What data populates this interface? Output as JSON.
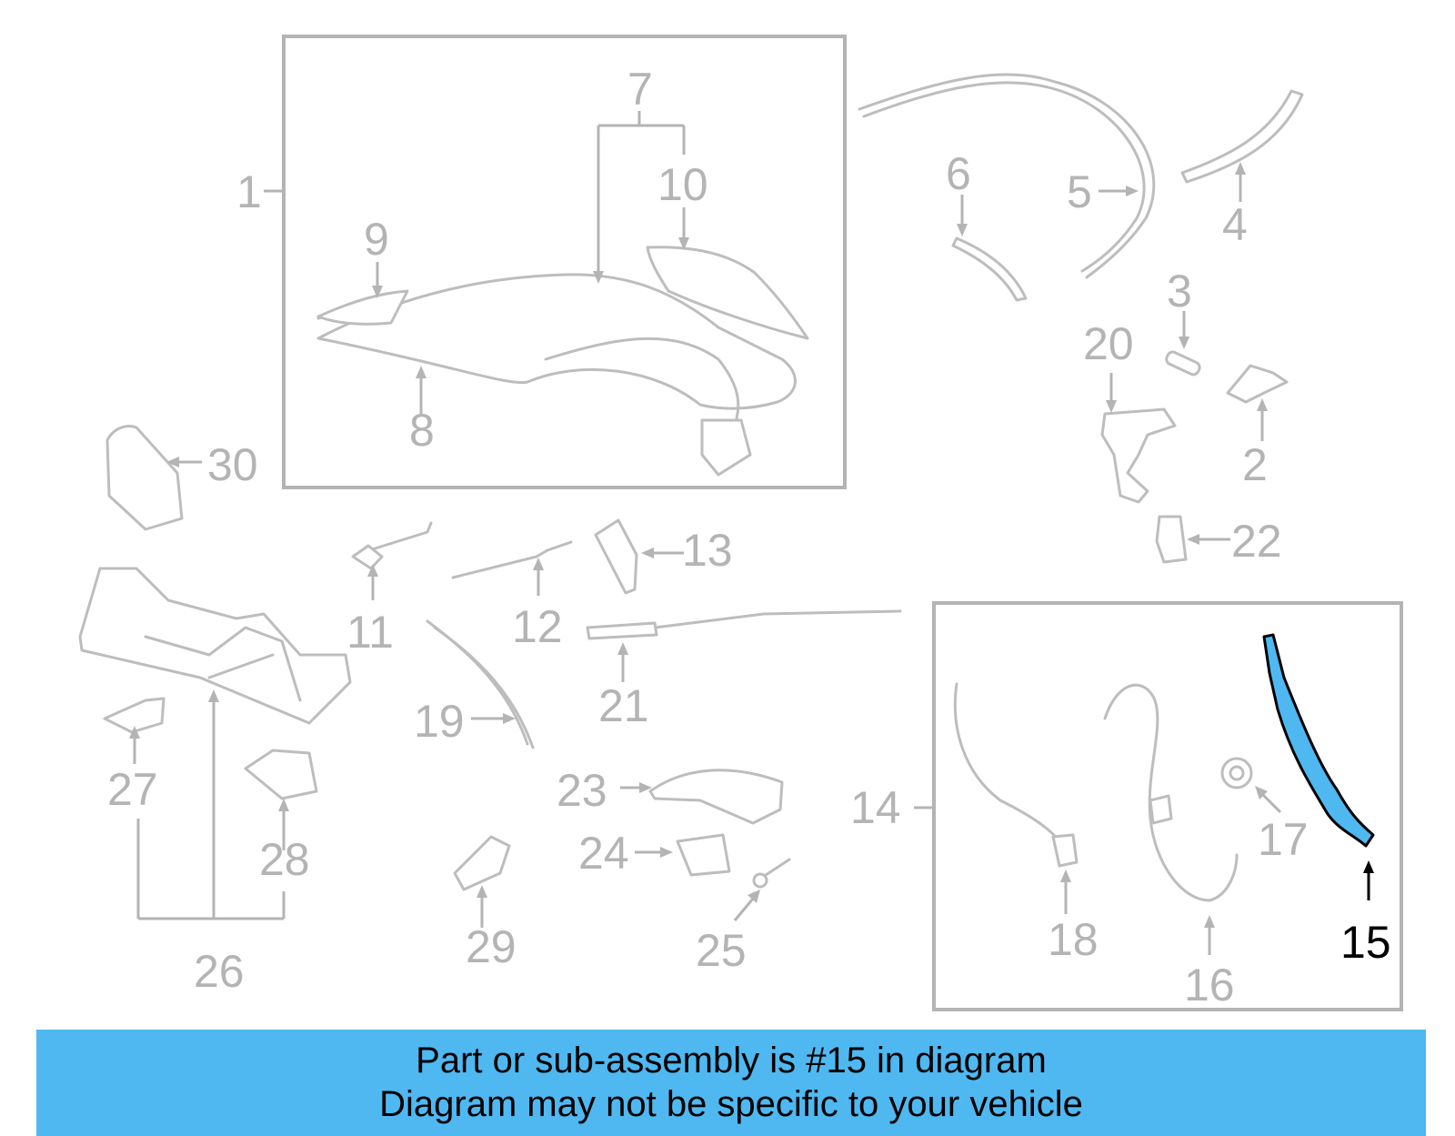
{
  "callouts": [
    "1",
    "2",
    "3",
    "4",
    "5",
    "6",
    "7",
    "8",
    "9",
    "10",
    "11",
    "12",
    "13",
    "14",
    "15",
    "16",
    "17",
    "18",
    "19",
    "20",
    "21",
    "22",
    "23",
    "24",
    "25",
    "26",
    "27",
    "28",
    "29",
    "30"
  ],
  "highlighted_callout": "15",
  "colors": {
    "highlight": "#4fb8f0",
    "banner": "#4fb8f0",
    "parts": "#bdbdbd"
  },
  "banner": {
    "line1": "Part or sub-assembly is #15 in diagram",
    "line2": "Diagram may not be specific to your vehicle"
  }
}
